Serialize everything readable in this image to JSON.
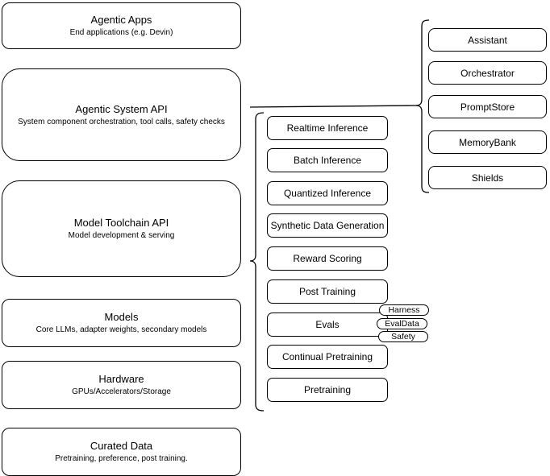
{
  "diagram": {
    "background_color": "#ffffff",
    "stroke_color": "#000000",
    "stack": [
      {
        "title": "Agentic Apps",
        "subtitle": "End applications (e.g. Devin)"
      },
      {
        "title": "Agentic System API",
        "subtitle": "System component orchestration, tool calls, safety checks"
      },
      {
        "title": "Model Toolchain API",
        "subtitle": "Model development & serving"
      },
      {
        "title": "Models",
        "subtitle": "Core LLMs, adapter weights, secondary models"
      },
      {
        "title": "Hardware",
        "subtitle": "GPUs/Accelerators/Storage"
      },
      {
        "title": "Curated Data",
        "subtitle": "Pretraining, preference, post training."
      }
    ],
    "toolchain_items": [
      "Realtime Inference",
      "Batch Inference",
      "Quantized Inference",
      "Synthetic Data Generation",
      "Reward Scoring",
      "Post Training",
      "Evals",
      "Continual Pretraining",
      "Pretraining"
    ],
    "eval_tags": [
      "Harness",
      "EvalData",
      "Safety"
    ],
    "system_components": [
      "Assistant",
      "Orchestrator",
      "PromptStore",
      "MemoryBank",
      "Shields"
    ]
  }
}
